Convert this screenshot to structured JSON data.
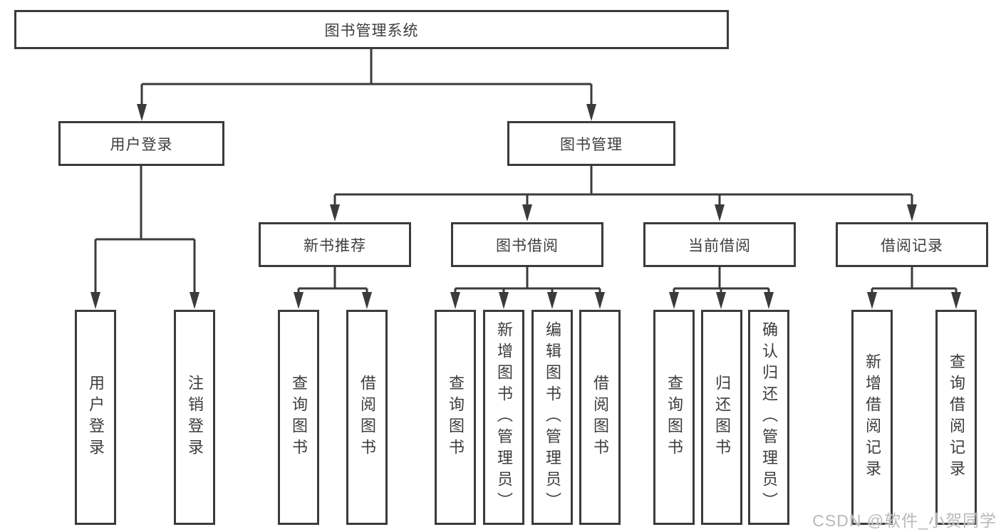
{
  "title": "图书管理系统",
  "tree": {
    "label": "图书管理系统",
    "children": [
      {
        "label": "用户登录",
        "children": [
          {
            "label": "用户登录"
          },
          {
            "label": "注销登录"
          }
        ]
      },
      {
        "label": "图书管理",
        "children": [
          {
            "label": "新书推荐",
            "children": [
              {
                "label": "查询图书"
              },
              {
                "label": "借阅图书"
              }
            ]
          },
          {
            "label": "图书借阅",
            "children": [
              {
                "label": "查询图书"
              },
              {
                "label": "新增图书（管理员）"
              },
              {
                "label": "编辑图书（管理员）"
              },
              {
                "label": "借阅图书"
              }
            ]
          },
          {
            "label": "当前借阅",
            "children": [
              {
                "label": "查询图书"
              },
              {
                "label": "归还图书"
              },
              {
                "label": "确认归还（管理员）"
              }
            ]
          },
          {
            "label": "借阅记录",
            "children": [
              {
                "label": "新增借阅记录"
              },
              {
                "label": "查询借阅记录"
              }
            ]
          }
        ]
      }
    ]
  },
  "watermark": {
    "text": "CSDN @软件_小贺同学"
  },
  "colors": {
    "line": "#3b3b3b",
    "text": "#3d3d3d",
    "watermark": "#b9b9b9",
    "background": "#ffffff"
  }
}
